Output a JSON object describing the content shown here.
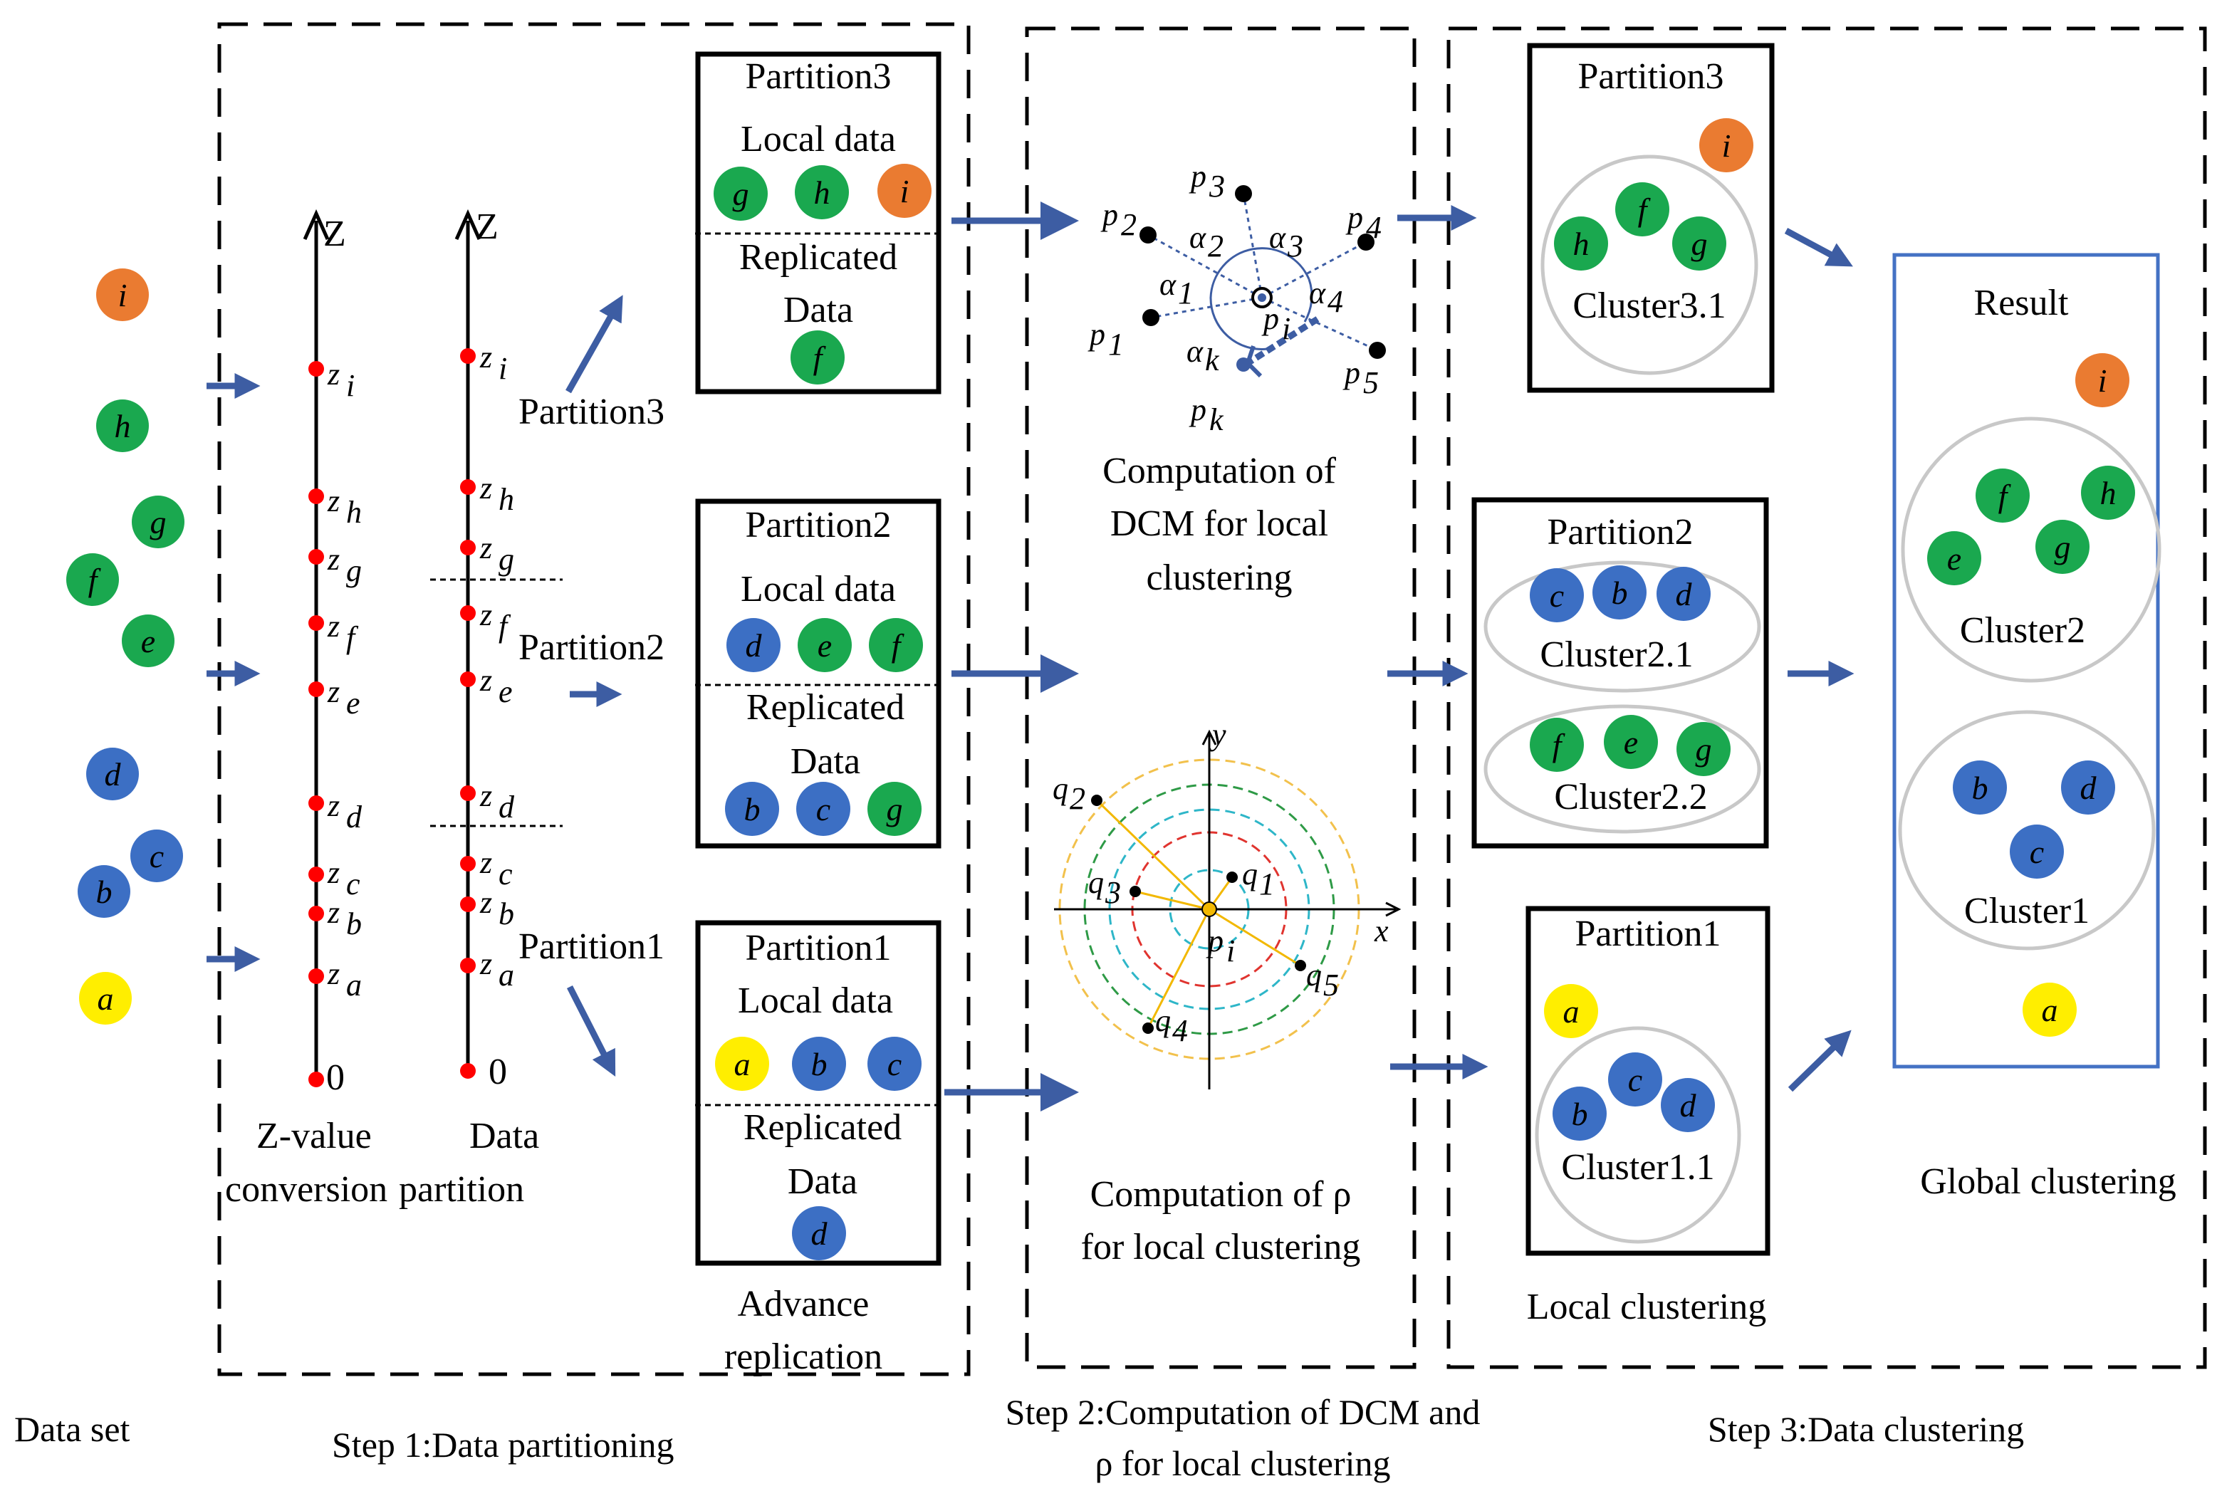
{
  "colors": {
    "green": "#1aa84f",
    "blue": "#3c6fc4",
    "orange": "#ea7b31",
    "yellow": "#ffee00",
    "arrow": "#3d5da3",
    "result_box": "#4472c4"
  },
  "dataset": {
    "label": "Data set",
    "points": [
      "i",
      "h",
      "g",
      "f",
      "e",
      "d",
      "c",
      "b",
      "a"
    ]
  },
  "step1": {
    "label": "Step 1:Data partitioning",
    "zaxis_label": "Z",
    "zvalue_caption": [
      "Z-value",
      "conversion"
    ],
    "partition_caption": [
      "Data",
      "partition"
    ],
    "zero": "0",
    "z_letters": [
      "i",
      "h",
      "g",
      "f",
      "e",
      "d",
      "c",
      "b",
      "a"
    ],
    "partition_labels": [
      "Partition3",
      "Partition2",
      "Partition1"
    ],
    "advance_caption": [
      "Advance",
      "replication"
    ],
    "boxes": [
      {
        "title": "Partition3",
        "local": "Local data",
        "local_pts": [
          "g",
          "h",
          "i"
        ],
        "rep": [
          "Replicated",
          "Data"
        ],
        "rep_pts": [
          "f"
        ]
      },
      {
        "title": "Partition2",
        "local": "Local data",
        "local_pts": [
          "d",
          "e",
          "f"
        ],
        "rep": [
          "Replicated",
          "Data"
        ],
        "rep_pts": [
          "b",
          "c",
          "g"
        ]
      },
      {
        "title": "Partition1",
        "local": "Local data",
        "local_pts": [
          "a",
          "b",
          "c"
        ],
        "rep": [
          "Replicated",
          "Data"
        ],
        "rep_pts": [
          "d"
        ]
      }
    ]
  },
  "step2": {
    "label": [
      "Step 2:Computation of DCM and",
      "ρ for local clustering"
    ],
    "dcm_caption": [
      "Computation of",
      "DCM for local",
      "clustering"
    ],
    "rho_caption": [
      "Computation of ρ",
      "for local clustering"
    ],
    "dcm_points": {
      "p1": "p",
      "p2": "p",
      "p3": "p",
      "p4": "p",
      "p5": "p",
      "pk": "p",
      "pi": "p"
    },
    "dcm_subs": {
      "p1": "1",
      "p2": "2",
      "p3": "3",
      "p4": "4",
      "p5": "5",
      "pk": "k",
      "pi": "i"
    },
    "alpha": "α",
    "alpha_subs": [
      "1",
      "2",
      "3",
      "4",
      "k"
    ],
    "rho_axes": {
      "x": "x",
      "y": "y"
    },
    "q": "q",
    "q_subs": [
      "1",
      "2",
      "3",
      "4",
      "5"
    ]
  },
  "step3": {
    "label": "Step 3:Data clustering",
    "local_caption": "Local clustering",
    "global_caption": "Global clustering",
    "p3": {
      "title": "Partition3",
      "outlier": "i",
      "cluster": "Cluster3.1",
      "pts": [
        "h",
        "f",
        "g"
      ]
    },
    "p2": {
      "title": "Partition2",
      "c1": "Cluster2.1",
      "c1pts": [
        "c",
        "b",
        "d"
      ],
      "c2": "Cluster2.2",
      "c2pts": [
        "f",
        "e",
        "g"
      ]
    },
    "p1": {
      "title": "Partition1",
      "outlier": "a",
      "cluster": "Cluster1.1",
      "pts": [
        "b",
        "c",
        "d"
      ]
    },
    "result": {
      "title": "Result",
      "outlier_top": "i",
      "cluster2": "Cluster2",
      "c2pts": [
        "f",
        "h",
        "e",
        "g"
      ],
      "cluster1": "Cluster1",
      "c1pts": [
        "b",
        "d",
        "c"
      ],
      "outlier_bottom": "a"
    }
  }
}
